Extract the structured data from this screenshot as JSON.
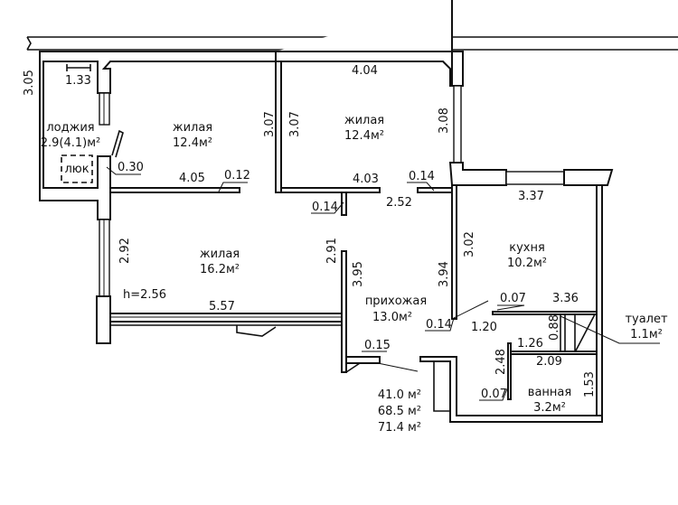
{
  "rooms": {
    "loggia": {
      "name": "лоджия",
      "area": "2.9(4.1)м²",
      "hatch": "люк"
    },
    "living1": {
      "name": "жилая",
      "area": "12.4м²"
    },
    "living2": {
      "name": "жилая",
      "area": "12.4м²"
    },
    "living3": {
      "name": "жилая",
      "area": "16.2м²",
      "height": "h=2.56"
    },
    "kitchen": {
      "name": "кухня",
      "area": "10.2м²"
    },
    "hall": {
      "name": "прихожая",
      "area": "13.0м²"
    },
    "toilet": {
      "name": "туалет",
      "area": "1.1м²"
    },
    "bath": {
      "name": "ванная",
      "area": "3.2м²"
    }
  },
  "dimensions": {
    "d305": "3.05",
    "d133": "1.33",
    "d030": "0.30",
    "d405": "4.05",
    "d012": "0.12",
    "d307a": "3.07",
    "d307b": "3.07",
    "d404": "4.04",
    "d308": "3.08",
    "d403": "4.03",
    "d014a": "0.14",
    "d014b": "0.14",
    "d252": "2.52",
    "d337": "3.37",
    "d302": "3.02",
    "d292": "2.92",
    "d291": "2.91",
    "d395": "3.95",
    "d394": "3.94",
    "d557": "5.57",
    "d007a": "0.07",
    "d336": "3.36",
    "d014c": "0.14",
    "d120": "1.20",
    "d088": "0.88",
    "d126": "1.26",
    "d015": "0.15",
    "d248": "2.48",
    "d209": "2.09",
    "d007b": "0.07",
    "d153": "1.53"
  },
  "totals": {
    "living": "41.0 м²",
    "total": "68.5 м²",
    "with_loggia": "71.4 м²"
  }
}
